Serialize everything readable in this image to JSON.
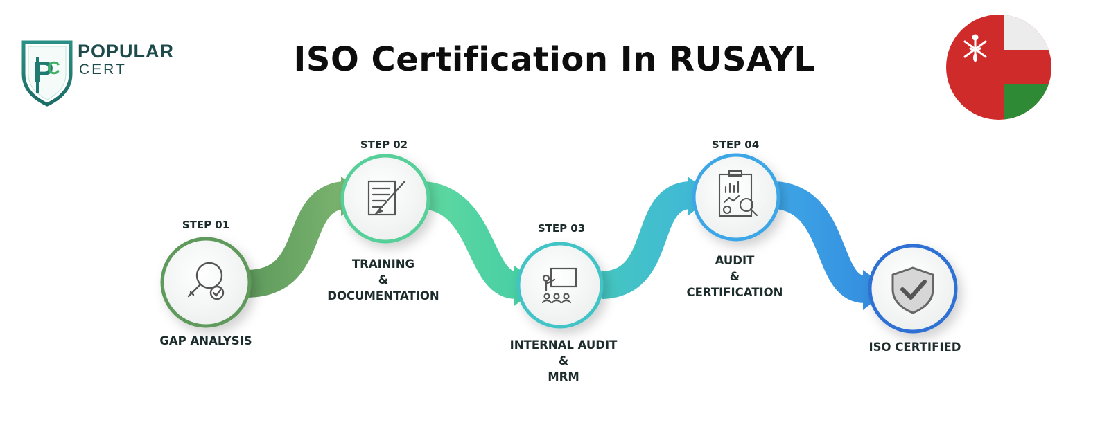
{
  "brand": {
    "word1": "POPULAR",
    "word2": "CERT",
    "monogram": "PC",
    "colors": {
      "teal": "#1f7a72",
      "green": "#3fae67",
      "dark": "#1d4a4a"
    }
  },
  "title": "ISO Certification In RUSAYL",
  "flag": {
    "country": "Oman",
    "colors": {
      "red": "#d02b2b",
      "white": "#ececec",
      "green": "#2e8a35"
    },
    "emblem": "khanjar-emblem"
  },
  "steps": [
    {
      "step_label": "STEP 01",
      "name_lines": [
        "GAP ANALYSIS"
      ],
      "icon": "magnifier-check-icon",
      "color": "#5e9a5c"
    },
    {
      "step_label": "STEP 02",
      "name_lines": [
        "TRAINING",
        "&",
        "DOCUMENTATION"
      ],
      "icon": "document-pencil-icon",
      "color": "#56cf98"
    },
    {
      "step_label": "STEP 03",
      "name_lines": [
        "INTERNAL AUDIT",
        "&",
        "MRM"
      ],
      "icon": "presentation-board-icon",
      "color": "#43c4c7"
    },
    {
      "step_label": "STEP 04",
      "name_lines": [
        "AUDIT",
        "&",
        "CERTIFICATION"
      ],
      "icon": "report-magnifier-icon",
      "color": "#3ea6e6"
    },
    {
      "step_label": "",
      "name_lines": [
        "ISO CERTIFIED"
      ],
      "icon": "shield-check-icon",
      "color": "#2f6fd3"
    }
  ]
}
